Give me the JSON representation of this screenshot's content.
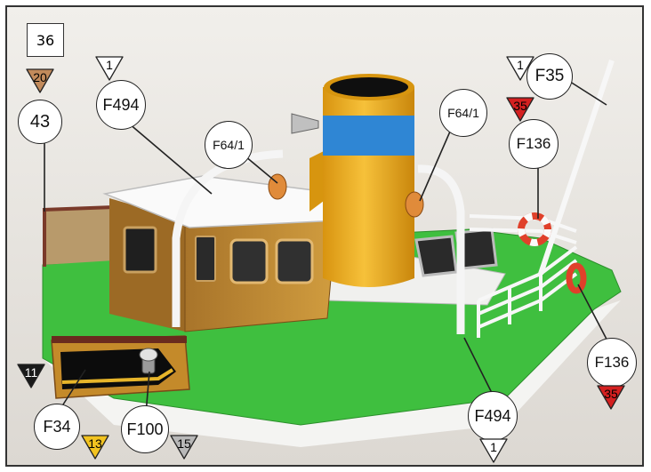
{
  "step_number": "36",
  "callouts": {
    "c43": "43",
    "f494_top": "F494",
    "f64_left": "F64/1",
    "f64_right": "F64/1",
    "f35": "F35",
    "f136_top": "F136",
    "f136_right": "F136",
    "f34": "F34",
    "f100": "F100",
    "f494_bottom": "F494"
  },
  "badges": {
    "b20": {
      "text": "20",
      "color": "#c28a5b"
    },
    "b1_top": {
      "text": "1",
      "color": "#ffffff"
    },
    "b1_f35": {
      "text": "1",
      "color": "#ffffff"
    },
    "b35_top": {
      "text": "35",
      "color": "#d42020"
    },
    "b35_right": {
      "text": "35",
      "color": "#d42020"
    },
    "b11": {
      "text": "11",
      "color": "#1a1a1a"
    },
    "b13": {
      "text": "13",
      "color": "#f2c320"
    },
    "b15": {
      "text": "15",
      "color": "#b8b8b8"
    },
    "b1_bottom": {
      "text": "1",
      "color": "#ffffff"
    }
  },
  "colors": {
    "deck_green": "#3fbf3f",
    "cabin_tan": "#c8922e",
    "funnel_yellow": "#f2b21c",
    "funnel_blue": "#2f86d4",
    "background": "#ece9e4"
  }
}
